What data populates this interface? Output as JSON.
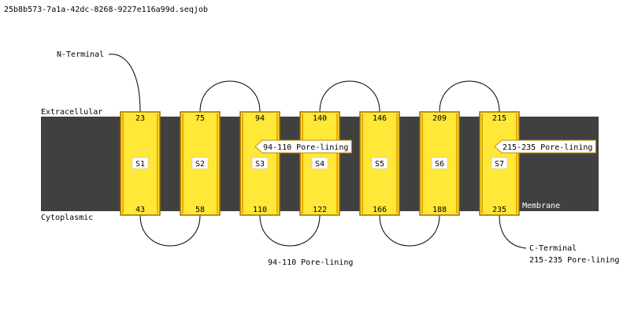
{
  "job_title": "25b8b573-7a1a-42dc-8268-9227e116a99d.seqjob",
  "labels": {
    "extracellular": "Extracellular",
    "cytoplasmic": "Cytoplasmic",
    "membrane": "Membrane",
    "n_terminal": "N-Terminal",
    "c_terminal": "C-Terminal"
  },
  "colors": {
    "membrane": "#404040",
    "helix_fill": "#ffe838",
    "helix_stroke": "#9a7000",
    "loop": "#000000",
    "label_box": "#ffffff"
  },
  "helices": [
    {
      "id": "S1",
      "top": "23",
      "bottom": "43"
    },
    {
      "id": "S2",
      "top": "75",
      "bottom": "58"
    },
    {
      "id": "S3",
      "top": "94",
      "bottom": "110"
    },
    {
      "id": "S4",
      "top": "140",
      "bottom": "122"
    },
    {
      "id": "S5",
      "top": "146",
      "bottom": "166"
    },
    {
      "id": "S6",
      "top": "209",
      "bottom": "188"
    },
    {
      "id": "S7",
      "top": "215",
      "bottom": "235"
    }
  ],
  "pore_callouts": [
    {
      "helix": "S3",
      "text": "94-110 Pore-lining"
    },
    {
      "helix": "S7",
      "text": "215-235 Pore-lining"
    }
  ],
  "bottom_annotations": [
    {
      "text": "94-110 Pore-lining"
    },
    {
      "text": "215-235 Pore-lining"
    }
  ]
}
